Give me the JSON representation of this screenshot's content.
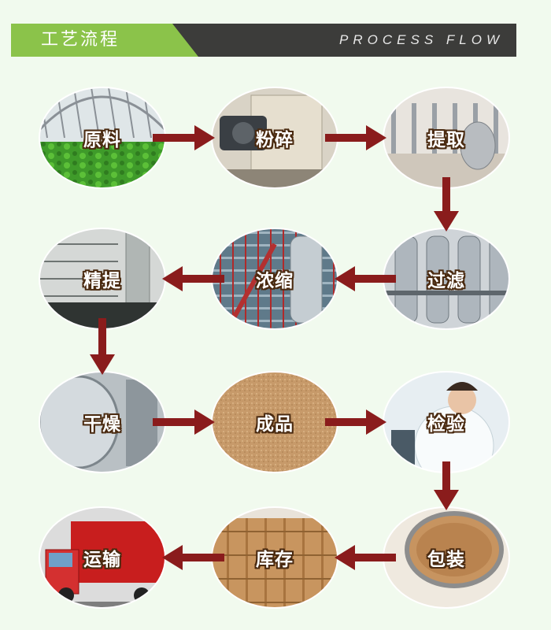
{
  "header": {
    "title": "工艺流程",
    "subtitle": "PROCESS FLOW"
  },
  "colors": {
    "accent_green": "#8bc34a",
    "header_dark": "#3c3c3a",
    "arrow": "#8a1c1c",
    "label_outline": "#4a2a10"
  },
  "steps": [
    {
      "label": "原料",
      "scene": "greenhouse"
    },
    {
      "label": "粉碎",
      "scene": "machine"
    },
    {
      "label": "提取",
      "scene": "factory"
    },
    {
      "label": "过滤",
      "scene": "tanks"
    },
    {
      "label": "浓缩",
      "scene": "pipes"
    },
    {
      "label": "精提",
      "scene": "columns"
    },
    {
      "label": "干燥",
      "scene": "dryer"
    },
    {
      "label": "成品",
      "scene": "powder"
    },
    {
      "label": "检验",
      "scene": "lab"
    },
    {
      "label": "包装",
      "scene": "drum"
    },
    {
      "label": "库存",
      "scene": "warehouse"
    },
    {
      "label": "运输",
      "scene": "truck"
    }
  ]
}
